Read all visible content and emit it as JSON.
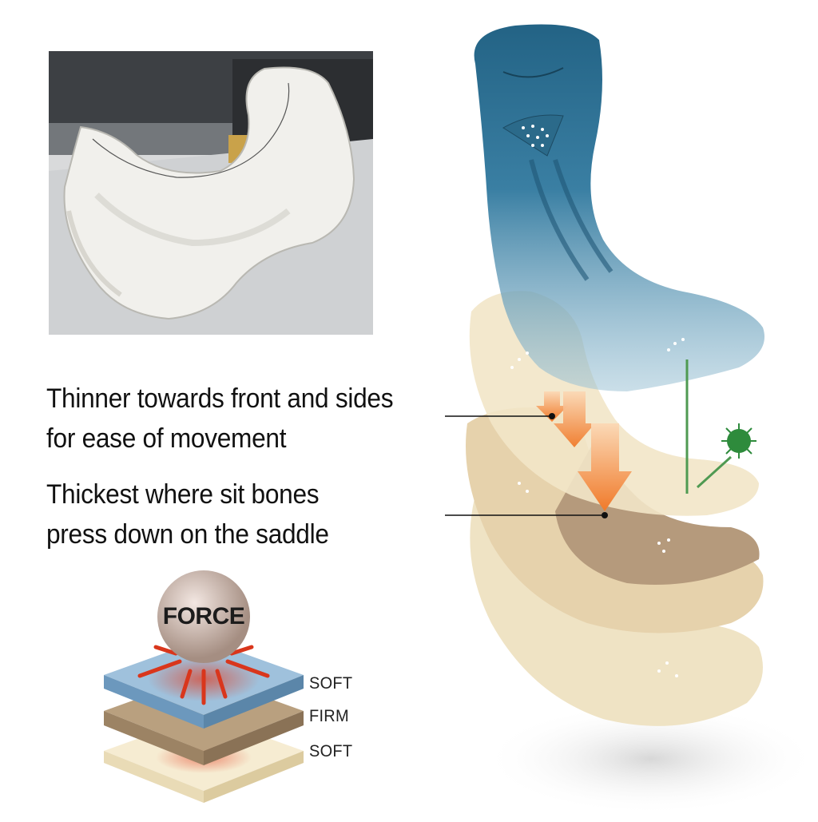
{
  "callouts": {
    "front_sides": {
      "line1": "Thinner towards front and sides",
      "line2": "for ease of movement"
    },
    "sit_bones": {
      "line1": "Thickest where sit bones",
      "line2": "press down on the saddle"
    }
  },
  "force_diagram": {
    "force_label": "FORCE",
    "layers": [
      {
        "label": "SOFT"
      },
      {
        "label": "FIRM"
      },
      {
        "label": "SOFT"
      }
    ]
  },
  "colors": {
    "top_pad": "#2f6f8e",
    "firm_layer": "#b59a7c",
    "soft_layer": "#efe2c0",
    "arrow": "#f07a2a",
    "sensor": "#2e8b3c"
  }
}
